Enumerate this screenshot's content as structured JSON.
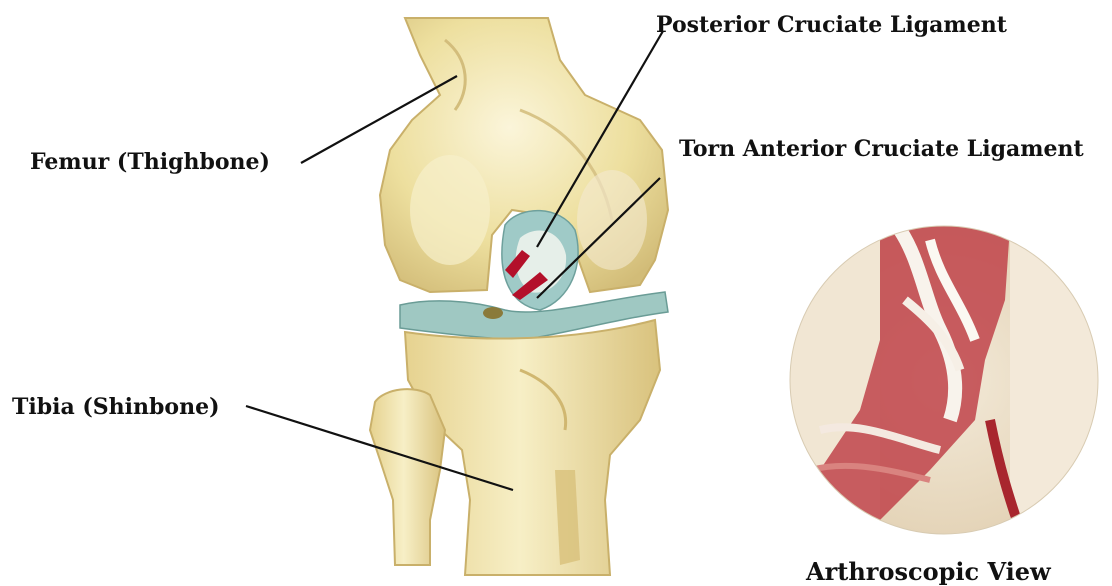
{
  "labels": {
    "pcl": "Posterior Cruciate Ligament",
    "acl": "Torn Anterior Cruciate Ligament",
    "femur": "Femur (Thighbone)",
    "tibia": "Tibia (Shinbone)",
    "arthroscopic": "Arthroscopic View"
  },
  "colors": {
    "bone": "#efe2a6",
    "bone_shadow": "#cdb673",
    "bone_highlight": "#faf4d6",
    "meniscus": "#9fc8c2",
    "ligament_red": "#b3102a",
    "ligament_pale": "#e9efe9",
    "leader_line": "#111111",
    "scope_tissue": "#e9ddc9",
    "scope_red": "#b3303a"
  }
}
